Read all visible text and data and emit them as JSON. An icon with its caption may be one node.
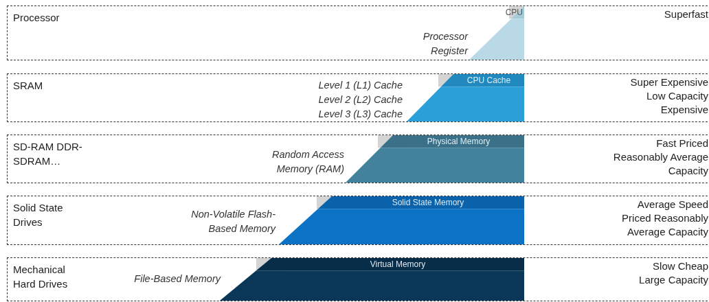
{
  "diagram": {
    "nodes": [
      {
        "text": [
          "Processor",
          "Processor Register",
          "Superfast"
        ]
      },
      {
        "text": [
          "CPU"
        ],
        "in": 0
      },
      {
        "text": [
          "SRAM",
          "Level 1 (L1) Cache Level 2 (L2) Cache Level 3 (L3) Cache",
          "Super Expensive Low Capacity Expensive"
        ]
      },
      {
        "text": [
          "CPU Cache"
        ],
        "in": 2
      },
      {
        "text": [
          "SD-RAM DDR-SDRAM…",
          "Random Access Memory (RAM)",
          "Fast Priced Reasonably Average Capacity"
        ]
      },
      {
        "text": [
          "Physical Memory"
        ],
        "in": 4
      },
      {
        "text": [
          "Solid State Drives",
          "Non-Volatile Flash-Based Memory",
          "Average Speed Priced Reasonably Average Capacity"
        ]
      },
      {
        "text": [
          "Solid State Memory"
        ],
        "in": 6
      },
      {
        "text": [
          "Mechanical Hard Drives",
          "File-Based Memory",
          "Slow Cheap Large Capacity"
        ]
      },
      {
        "text": [
          "Virtual Memory"
        ],
        "in": 8
      }
    ]
  }
}
